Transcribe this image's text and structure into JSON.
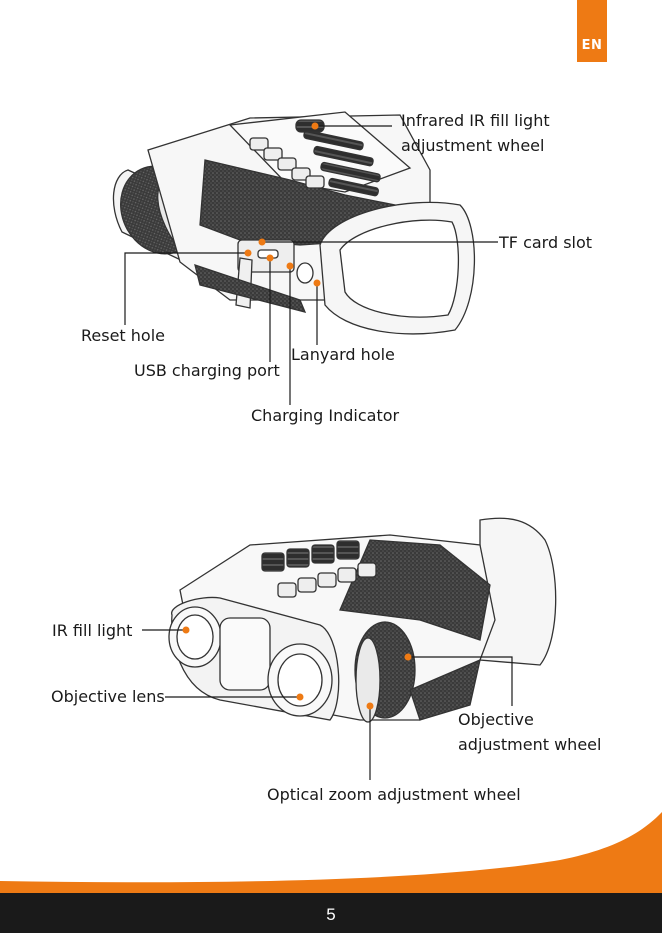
{
  "header": {
    "language_badge": "EN"
  },
  "top_figure": {
    "labels": {
      "ir_wheel": [
        "Infrared IR fill light",
        "adjustment wheel"
      ],
      "tf_card": "TF card slot",
      "reset": "Reset hole",
      "usb": "USB charging port",
      "lanyard": "Lanyard hole",
      "indicator": "Charging Indicator"
    }
  },
  "bottom_figure": {
    "labels": {
      "ir_light": "IR fill light",
      "objective_lens": "Objective lens",
      "objective_wheel": [
        "Objective",
        "adjustment wheel"
      ],
      "zoom_wheel": "Optical zoom adjustment wheel"
    }
  },
  "footer": {
    "page_number": "5"
  },
  "colors": {
    "accent": "#ee7a14",
    "footer": "#1a1a1a",
    "callout_dot": "#ee7a14"
  }
}
